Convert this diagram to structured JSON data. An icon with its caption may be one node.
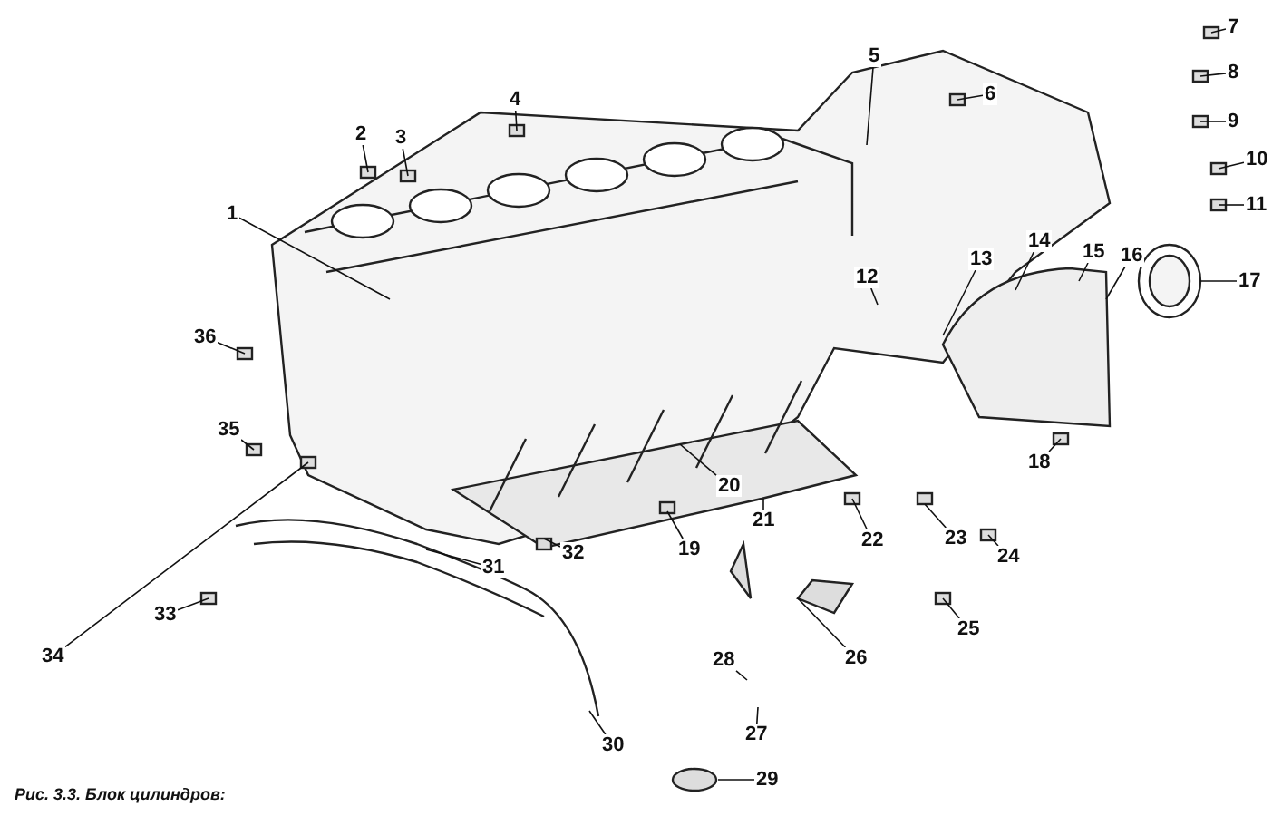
{
  "diagram": {
    "caption": "Рис. 3.3. Блок цилиндров:",
    "nodes": [
      {
        "text": [
          "1"
        ]
      },
      {
        "text": [
          "2"
        ]
      },
      {
        "text": [
          "3"
        ]
      },
      {
        "text": [
          "4"
        ]
      },
      {
        "text": [
          "5"
        ]
      },
      {
        "text": [
          "6"
        ]
      },
      {
        "text": [
          "7"
        ]
      },
      {
        "text": [
          "8"
        ]
      },
      {
        "text": [
          "9"
        ]
      },
      {
        "text": [
          "10"
        ]
      },
      {
        "text": [
          "11"
        ]
      },
      {
        "text": [
          "12"
        ]
      },
      {
        "text": [
          "13"
        ]
      },
      {
        "text": [
          "14"
        ]
      },
      {
        "text": [
          "15"
        ]
      },
      {
        "text": [
          "16"
        ]
      },
      {
        "text": [
          "17"
        ]
      },
      {
        "text": [
          "18"
        ]
      },
      {
        "text": [
          "19"
        ]
      },
      {
        "text": [
          "20"
        ]
      },
      {
        "text": [
          "21"
        ]
      },
      {
        "text": [
          "22"
        ]
      },
      {
        "text": [
          "23"
        ]
      },
      {
        "text": [
          "24"
        ]
      },
      {
        "text": [
          "25"
        ]
      },
      {
        "text": [
          "26"
        ]
      },
      {
        "text": [
          "27"
        ]
      },
      {
        "text": [
          "28"
        ]
      },
      {
        "text": [
          "29"
        ]
      },
      {
        "text": [
          "30"
        ]
      },
      {
        "text": [
          "31"
        ]
      },
      {
        "text": [
          "32"
        ]
      },
      {
        "text": [
          "33"
        ]
      },
      {
        "text": [
          "34"
        ]
      },
      {
        "text": [
          "35"
        ]
      },
      {
        "text": [
          "36"
        ]
      }
    ],
    "edges": [
      {
        "from": 0,
        "to": null,
        "arrow": "none"
      },
      {
        "from": 1,
        "to": null,
        "arrow": "none"
      },
      {
        "from": 2,
        "to": null,
        "arrow": "none"
      },
      {
        "from": 3,
        "to": null,
        "arrow": "none"
      },
      {
        "from": 4,
        "to": null,
        "arrow": "none"
      },
      {
        "from": 5,
        "to": null,
        "arrow": "none"
      },
      {
        "from": 6,
        "to": null,
        "arrow": "none"
      },
      {
        "from": 7,
        "to": null,
        "arrow": "none"
      },
      {
        "from": 8,
        "to": null,
        "arrow": "none"
      },
      {
        "from": 9,
        "to": null,
        "arrow": "none"
      },
      {
        "from": 10,
        "to": null,
        "arrow": "none"
      },
      {
        "from": 11,
        "to": null,
        "arrow": "none"
      },
      {
        "from": 12,
        "to": null,
        "arrow": "none"
      },
      {
        "from": 13,
        "to": null,
        "arrow": "none"
      },
      {
        "from": 14,
        "to": null,
        "arrow": "none"
      },
      {
        "from": 15,
        "to": null,
        "arrow": "none"
      },
      {
        "from": 16,
        "to": null,
        "arrow": "none"
      },
      {
        "from": 17,
        "to": null,
        "arrow": "none"
      },
      {
        "from": 18,
        "to": null,
        "arrow": "none"
      },
      {
        "from": 19,
        "to": null,
        "arrow": "none"
      },
      {
        "from": 20,
        "to": null,
        "arrow": "none"
      },
      {
        "from": 21,
        "to": null,
        "arrow": "none"
      },
      {
        "from": 22,
        "to": null,
        "arrow": "none"
      },
      {
        "from": 23,
        "to": null,
        "arrow": "none"
      },
      {
        "from": 24,
        "to": null,
        "arrow": "none"
      },
      {
        "from": 25,
        "to": null,
        "arrow": "none"
      },
      {
        "from": 26,
        "to": null,
        "arrow": "none"
      },
      {
        "from": 27,
        "to": null,
        "arrow": "none"
      },
      {
        "from": 28,
        "to": null,
        "arrow": "none"
      },
      {
        "from": 29,
        "to": null,
        "arrow": "none"
      },
      {
        "from": 30,
        "to": null,
        "arrow": "none"
      },
      {
        "from": 31,
        "to": null,
        "arrow": "none"
      },
      {
        "from": 32,
        "to": null,
        "arrow": "none"
      },
      {
        "from": 33,
        "to": null,
        "arrow": "none"
      },
      {
        "from": 34,
        "to": null,
        "arrow": "none"
      },
      {
        "from": 35,
        "to": null,
        "arrow": "none"
      }
    ]
  }
}
